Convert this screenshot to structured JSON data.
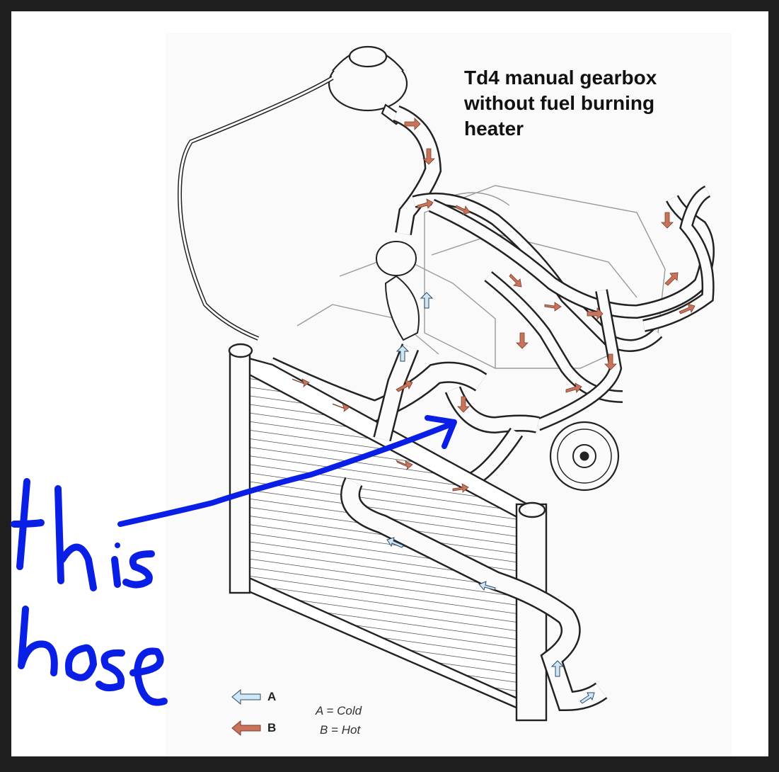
{
  "title": {
    "line1": "Td4 manual gearbox",
    "line2": "without fuel burning",
    "line3": "heater"
  },
  "legend": {
    "a_letter": "A",
    "b_letter": "B",
    "a_meaning": "A = Cold",
    "b_meaning": "B = Hot",
    "cold_color": "#cfe6f5",
    "hot_color": "#c8735a"
  },
  "annotation": {
    "handwritten_text": "this hose",
    "ink_color": "#0a1fe6"
  }
}
